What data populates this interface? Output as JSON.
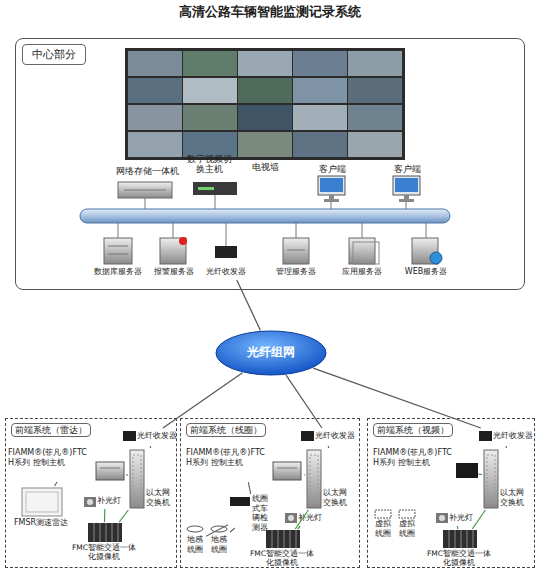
{
  "diagram": {
    "title": "高清公路车辆智能监测记录系统",
    "nodes": [
      {
        "text": [
          "中心部分"
        ]
      },
      {
        "text": [
          "电视墙"
        ],
        "in": 0
      },
      {
        "text": [
          "网络存储一体机"
        ],
        "in": 0
      },
      {
        "text": [
          "数字视频切换主机"
        ],
        "in": 0
      },
      {
        "text": [
          "客户端"
        ],
        "in": 0
      },
      {
        "text": [
          "客户端"
        ],
        "in": 0
      },
      {
        "text": [
          "数据库服务器"
        ],
        "in": 0
      },
      {
        "text": [
          "报警服务器"
        ],
        "in": 0
      },
      {
        "text": [
          "光纤收发器"
        ],
        "in": 0
      },
      {
        "text": [
          "管理服务器"
        ],
        "in": 0
      },
      {
        "text": [
          "应用服务器"
        ],
        "in": 0
      },
      {
        "text": [
          "WEB服务器"
        ],
        "in": 0
      },
      {
        "text": [
          "光纤组网"
        ]
      },
      {
        "text": [
          "前端系统（雷达）"
        ]
      },
      {
        "text": [
          "光纤收发器"
        ],
        "in": 13
      },
      {
        "text": [
          "FIAMM®(菲凡®)FTC H系列 控制主机"
        ],
        "in": 13
      },
      {
        "text": [
          "以太网交换机"
        ],
        "in": 13
      },
      {
        "text": [
          "FMSR测速雷达"
        ],
        "in": 13
      },
      {
        "text": [
          "补光灯"
        ],
        "in": 13
      },
      {
        "text": [
          "FMC智能交通一体化摄像机"
        ],
        "in": 13
      },
      {
        "text": [
          "前端系统（线圈）"
        ]
      },
      {
        "text": [
          "光纤收发器"
        ],
        "in": 20
      },
      {
        "text": [
          "FIAMM®(菲凡®)FTC H系列 控制主机"
        ],
        "in": 20
      },
      {
        "text": [
          "以太网交换机"
        ],
        "in": 20
      },
      {
        "text": [
          "线圈式车辆检测器"
        ],
        "in": 20
      },
      {
        "text": [
          "地感线圈"
        ],
        "in": 20
      },
      {
        "text": [
          "地感线圈"
        ],
        "in": 20
      },
      {
        "text": [
          "补光灯"
        ],
        "in": 20
      },
      {
        "text": [
          "FMC智能交通一体化摄像机"
        ],
        "in": 20
      },
      {
        "text": [
          "前端系统（视频）"
        ]
      },
      {
        "text": [
          "光纤收发器"
        ],
        "in": 29
      },
      {
        "text": [
          "FIAMM®(菲凡®)FTC H系列 控制主机"
        ],
        "in": 29
      },
      {
        "text": [
          "以太网交换机"
        ],
        "in": 29
      },
      {
        "text": [
          "虚拟线圈"
        ],
        "in": 29
      },
      {
        "text": [
          "虚拟线圈"
        ],
        "in": 29
      },
      {
        "text": [
          "补光灯"
        ],
        "in": 29
      },
      {
        "text": [
          "FMC智能交通一体化摄像机"
        ],
        "in": 29
      }
    ],
    "edges": [
      {
        "from": 8,
        "to": 12,
        "arrow": "none"
      },
      {
        "from": 12,
        "to": 14,
        "arrow": "none"
      },
      {
        "from": 12,
        "to": 21,
        "arrow": "none"
      },
      {
        "from": 12,
        "to": 30,
        "arrow": "none"
      },
      {
        "from": 14,
        "to": 16,
        "arrow": "none"
      },
      {
        "from": 16,
        "to": 15,
        "arrow": "none"
      },
      {
        "from": 16,
        "to": 19,
        "arrow": "none"
      },
      {
        "from": 17,
        "to": 15,
        "arrow": "none"
      },
      {
        "from": 18,
        "to": 19,
        "arrow": "none"
      },
      {
        "from": 21,
        "to": 23,
        "arrow": "none"
      },
      {
        "from": 23,
        "to": 22,
        "arrow": "none"
      },
      {
        "from": 23,
        "to": 28,
        "arrow": "none"
      },
      {
        "from": 24,
        "to": 22,
        "arrow": "none"
      },
      {
        "from": 25,
        "to": 24,
        "arrow": "none"
      },
      {
        "from": 26,
        "to": 24,
        "arrow": "none"
      },
      {
        "from": 27,
        "to": 28,
        "arrow": "none"
      },
      {
        "from": 30,
        "to": 32,
        "arrow": "none"
      },
      {
        "from": 32,
        "to": 31,
        "arrow": "none"
      },
      {
        "from": 32,
        "to": 36,
        "arrow": "none"
      },
      {
        "from": 35,
        "to": 36,
        "arrow": "none"
      }
    ]
  }
}
